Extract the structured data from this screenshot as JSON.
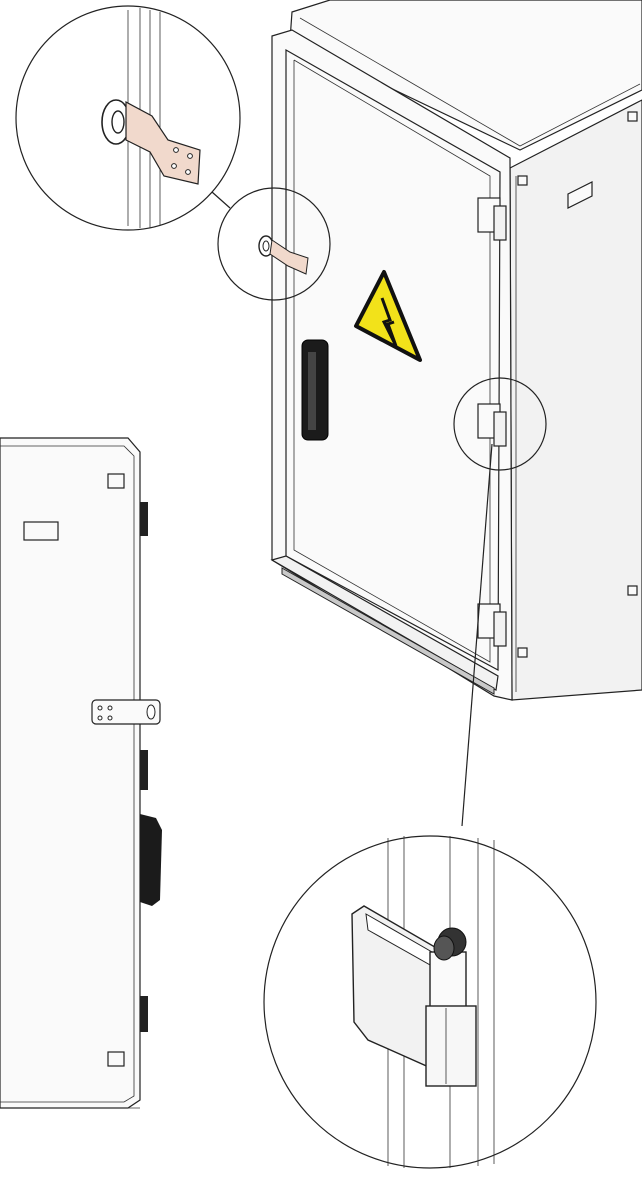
{
  "figure": {
    "kind": "technical-exploded-drawing",
    "subject": "electrical-enclosure-cabinet",
    "colors": {
      "line": "#222222",
      "warning_yellow": "#f2e21a",
      "earth_strap": "#f1d9cc",
      "handle": "#1b1b1b",
      "hinge_pin": "#333333"
    },
    "icons": [
      "high-voltage-warning-icon",
      "earth-strap-detail",
      "hinge-detail"
    ]
  }
}
